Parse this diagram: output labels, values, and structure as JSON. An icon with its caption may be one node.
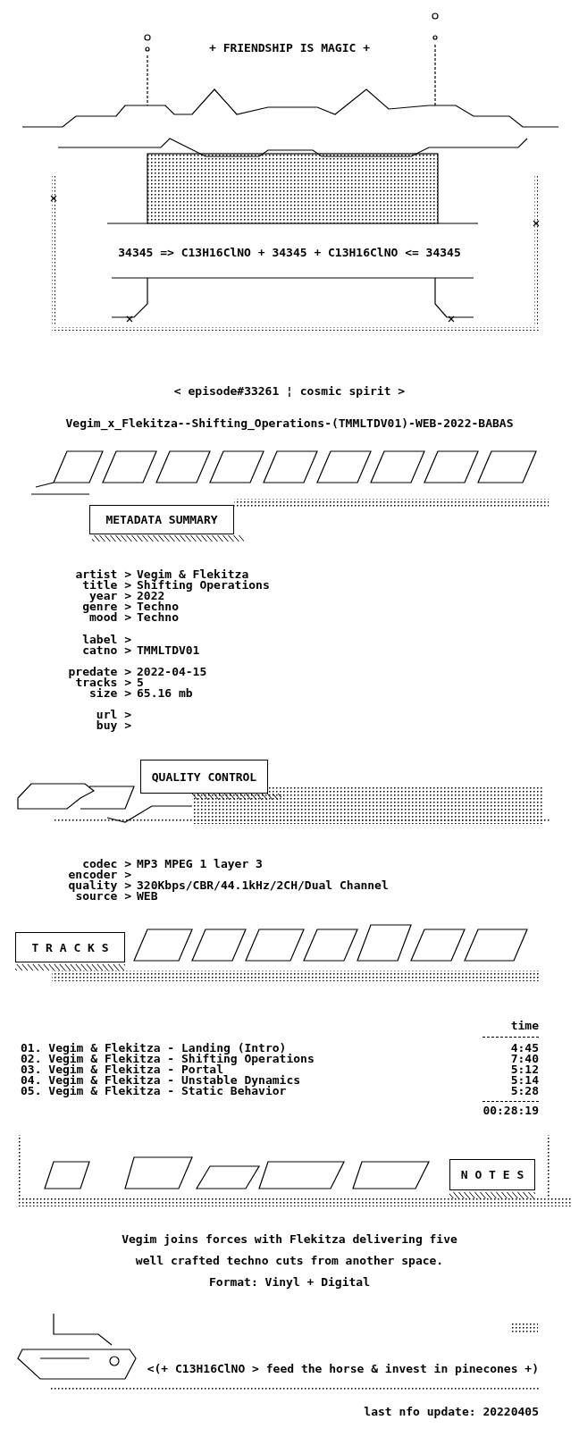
{
  "diagram": {
    "title": "+ FRIENDSHIP IS MAGIC +",
    "labels": [
      "34345 => C13H16ClNO + 34345 + C13H16ClNO <= 34345",
      "< episode#33261 ¦ cosmic spirit >",
      "Vegim_x_Flekitza--Shifting_Operations-(TMMLTDV01)-WEB-2022-BABAS",
      "METADATA SUMMARY",
      "artist >",
      "Vegim & Flekitza",
      "title >",
      "Shifting Operations",
      "year >",
      "2022",
      "genre >",
      "Techno",
      "mood >",
      "Techno",
      "label >",
      "catno >",
      "TMMLTDV01",
      "predate >",
      "2022-04-15",
      "tracks >",
      "5",
      "size >",
      "65.16 mb",
      "url >",
      "buy >",
      "QUALITY CONTROL",
      "codec >",
      "MP3 MPEG 1 layer 3",
      "encoder >",
      "quality >",
      "320Kbps/CBR/44.1kHz/2CH/Dual Channel",
      "source >",
      "WEB",
      "T R A C K S",
      "time",
      "01. Vegim & Flekitza - Landing (Intro)",
      "4:45",
      "02. Vegim & Flekitza - Shifting Operations",
      "7:40",
      "03. Vegim & Flekitza - Portal",
      "5:12",
      "04. Vegim & Flekitza - Unstable Dynamics",
      "5:14",
      "05. Vegim & Flekitza - Static Behavior",
      "5:28",
      "00:28:19",
      "N O T E S",
      "Vegim joins forces with Flekitza delivering five",
      "well crafted techno cuts from another space.",
      "Format: Vinyl + Digital",
      "<(+ C13H16ClNO > feed the horse & invest in pinecones +)",
      "last nfo update: 20220405"
    ]
  }
}
